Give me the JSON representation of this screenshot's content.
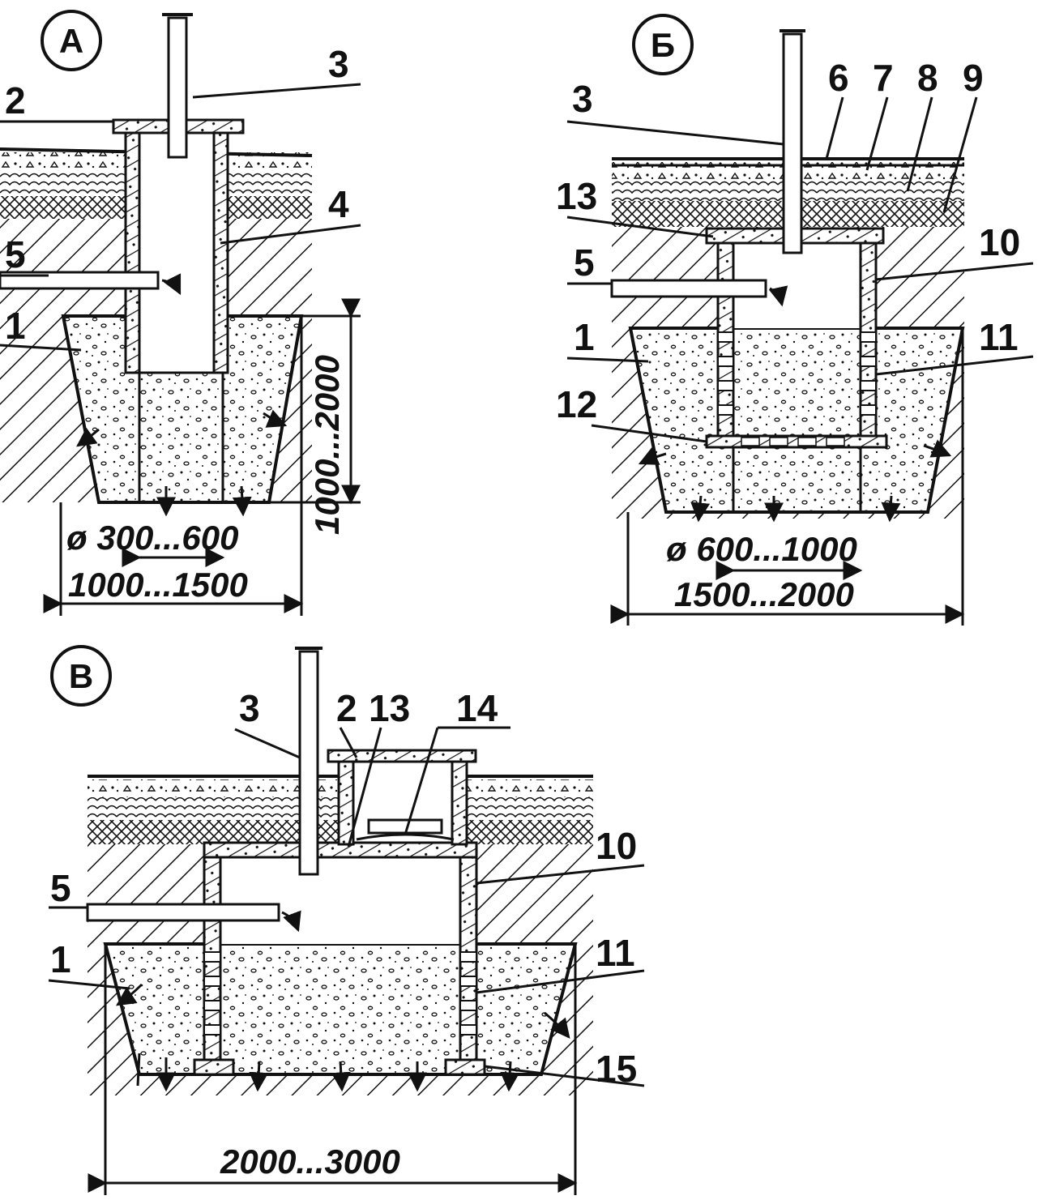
{
  "panels": {
    "a": {
      "letter": "А",
      "labels": {
        "l1": "1",
        "l2": "2",
        "l3": "3",
        "l4": "4",
        "l5": "5"
      },
      "dims": {
        "pipe_diameter": "ø 300...600",
        "pit_width": "1000...1500",
        "depth": "1000...2000"
      }
    },
    "b": {
      "letter": "Б",
      "labels": {
        "l1": "1",
        "l3": "3",
        "l5": "5",
        "l6": "6",
        "l7": "7",
        "l8": "8",
        "l9": "9",
        "l10": "10",
        "l11": "11",
        "l12": "12",
        "l13": "13"
      },
      "dims": {
        "well_diameter": "ø 600...1000",
        "pit_width": "1500...2000"
      }
    },
    "v": {
      "letter": "В",
      "labels": {
        "l1": "1",
        "l2": "2",
        "l3": "3",
        "l5": "5",
        "l10": "10",
        "l11": "11",
        "l13": "13",
        "l14": "14",
        "l15": "15"
      },
      "dims": {
        "pit_width": "2000...3000"
      }
    }
  },
  "colors": {
    "ink": "#111111",
    "paper": "#ffffff"
  }
}
